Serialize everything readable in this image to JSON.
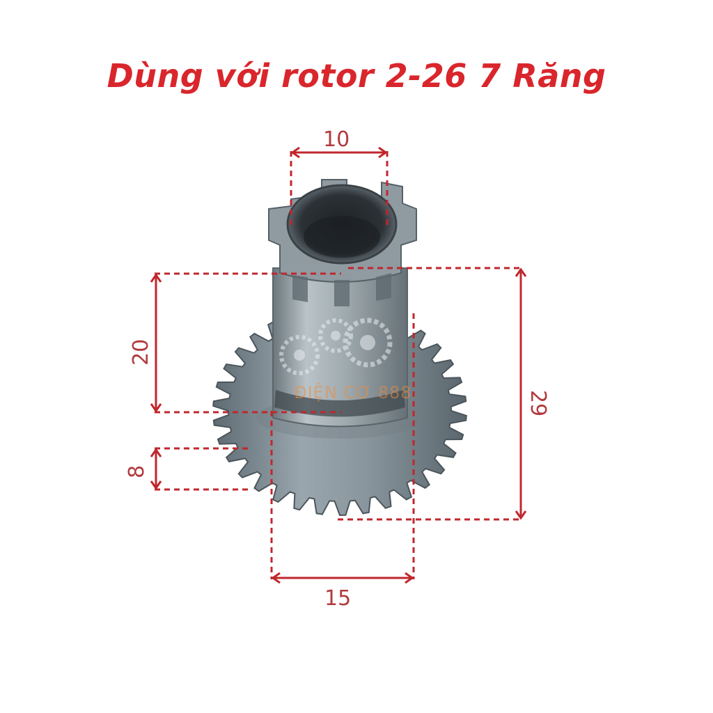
{
  "title": "Dùng với rotor 2-26 7 Răng",
  "dimensions": {
    "top_width": "10",
    "bottom_width": "15",
    "left_height": "20",
    "left_small_height": "8",
    "right_height": "29"
  },
  "watermark": "ĐIỆN CƠ 888",
  "colors": {
    "title_red": "#d9262c",
    "dimension_red": "#c0272d",
    "gear_steel": "#7e8b92"
  },
  "gear": {
    "teeth_count": 34
  }
}
